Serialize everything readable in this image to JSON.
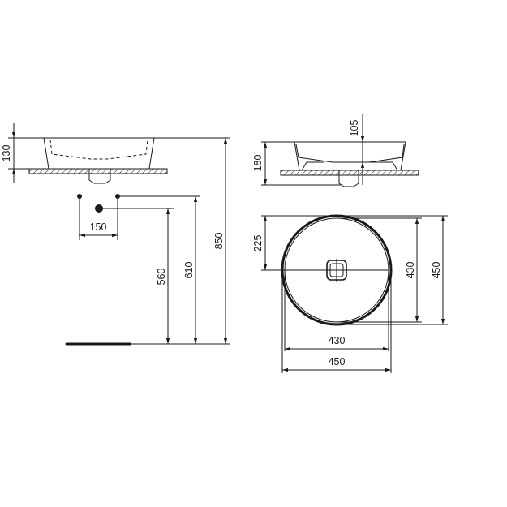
{
  "drawing": {
    "side_view": {
      "dim_height": "130",
      "dim_waste_spacing": "150",
      "dim_560": "560",
      "dim_610": "610",
      "dim_850": "850"
    },
    "front_view": {
      "dim_105": "105",
      "dim_180": "180"
    },
    "top_view": {
      "dim_225": "225",
      "dim_inner_height": "430",
      "dim_outer_height": "450",
      "dim_inner_width": "430",
      "dim_outer_width": "450"
    }
  },
  "colors": {
    "line": "#1a1a1a",
    "background": "#ffffff"
  }
}
